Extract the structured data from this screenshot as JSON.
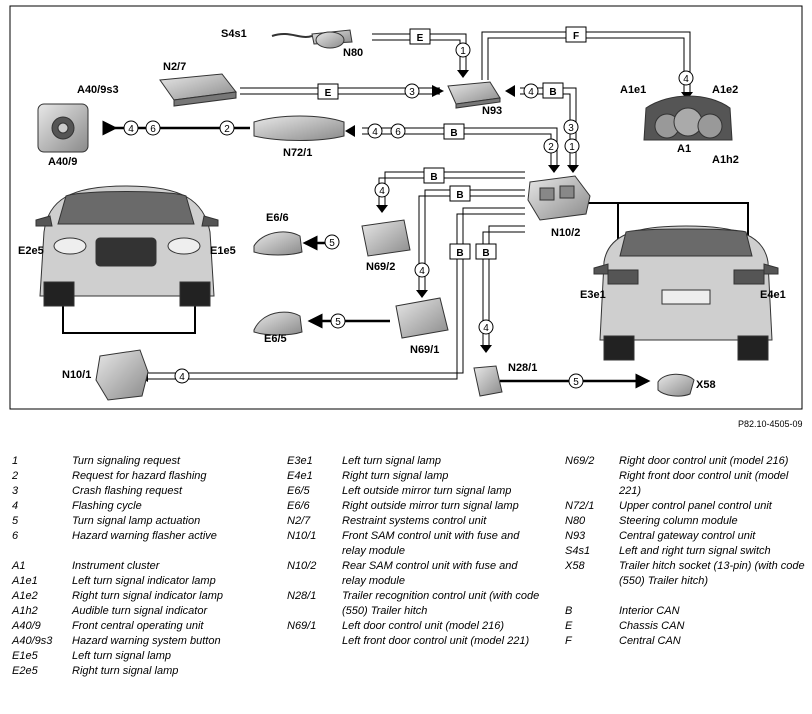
{
  "diagram": {
    "labels": {
      "s4s1": "S4s1",
      "n80": "N80",
      "n27": "N2/7",
      "a409s3": "A40/9s3",
      "a409": "A40/9",
      "n721": "N72/1",
      "n93": "N93",
      "a1e1": "A1e1",
      "a1e2": "A1e2",
      "a1": "A1",
      "a1h2": "A1h2",
      "e2e5": "E2e5",
      "e1e5": "E1e5",
      "e66": "E6/6",
      "n692": "N69/2",
      "e65": "E6/5",
      "n691": "N69/1",
      "n102": "N10/2",
      "e3e1": "E3e1",
      "e4e1": "E4e1",
      "n101": "N10/1",
      "n281": "N28/1",
      "x58": "X58"
    },
    "bus": {
      "e": "E",
      "f": "F",
      "b": "B"
    },
    "nums": {
      "n1": "1",
      "n2": "2",
      "n3": "3",
      "n4": "4",
      "n5": "5",
      "n6": "6"
    },
    "reference": "P82.10-4505-09"
  },
  "legend": {
    "col1": [
      {
        "k": "1",
        "v": "Turn signaling request"
      },
      {
        "k": "2",
        "v": "Request for hazard flashing"
      },
      {
        "k": "3",
        "v": "Crash flashing request"
      },
      {
        "k": "4",
        "v": "Flashing cycle"
      },
      {
        "k": "5",
        "v": "Turn signal lamp actuation"
      },
      {
        "k": "6",
        "v": "Hazard warning flasher active"
      },
      {
        "k": "",
        "v": ""
      },
      {
        "k": "A1",
        "v": "Instrument cluster"
      },
      {
        "k": "A1e1",
        "v": "Left turn signal indicator lamp"
      },
      {
        "k": "A1e2",
        "v": "Right turn signal indicator lamp"
      },
      {
        "k": "A1h2",
        "v": "Audible turn signal indicator"
      },
      {
        "k": "A40/9",
        "v": "Front central operating unit"
      },
      {
        "k": "A40/9s3",
        "v": "Hazard warning system button"
      },
      {
        "k": "E1e5",
        "v": "Left turn signal lamp"
      },
      {
        "k": "E2e5",
        "v": "Right turn signal lamp"
      }
    ],
    "col2": [
      {
        "k": "E3e1",
        "v": "Left turn signal lamp"
      },
      {
        "k": "E4e1",
        "v": "Right turn signal lamp"
      },
      {
        "k": "E6/5",
        "v": "Left outside mirror turn signal lamp"
      },
      {
        "k": "E6/6",
        "v": "Right outside mirror turn signal lamp"
      },
      {
        "k": "N2/7",
        "v": "Restraint systems control unit"
      },
      {
        "k": "N10/1",
        "v": "Front SAM control unit with fuse and relay module"
      },
      {
        "k": "N10/2",
        "v": "Rear SAM control unit with fuse and relay module"
      },
      {
        "k": "N28/1",
        "v": "Trailer recognition control unit (with code (550) Trailer hitch"
      },
      {
        "k": "N69/1",
        "v": "Left door control unit (model 216)"
      },
      {
        "k": "",
        "v": "Left front door control unit (model 221)"
      }
    ],
    "col3": [
      {
        "k": "N69/2",
        "v": "Right door control unit (model 216)"
      },
      {
        "k": "",
        "v": "Right front door control unit (model 221)"
      },
      {
        "k": "N72/1",
        "v": "Upper control panel control unit"
      },
      {
        "k": "N80",
        "v": "Steering column module"
      },
      {
        "k": "N93",
        "v": "Central gateway control unit"
      },
      {
        "k": "S4s1",
        "v": "Left and right turn signal switch"
      },
      {
        "k": "X58",
        "v": "Trailer hitch socket (13-pin) (with code (550) Trailer hitch)"
      },
      {
        "k": "",
        "v": ""
      },
      {
        "k": "B",
        "v": "Interior CAN"
      },
      {
        "k": "E",
        "v": "Chassis CAN"
      },
      {
        "k": "F",
        "v": "Central CAN"
      }
    ]
  }
}
